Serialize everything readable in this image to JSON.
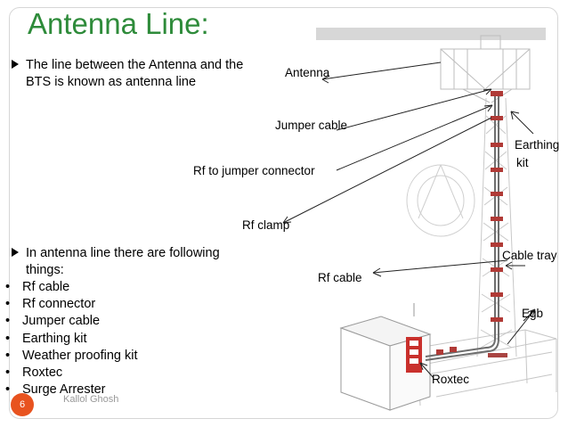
{
  "title": "Antenna Line:",
  "intro": {
    "line1": "The line between the Antenna and the",
    "line2": "BTS is known as antenna line"
  },
  "things": {
    "line1": "In antenna line there are following",
    "line2": "things:",
    "items": [
      "Rf cable",
      "Rf connector",
      "Jumper cable",
      "Earthing kit",
      "Weather proofing kit",
      "Roxtec",
      "Surge Arrester"
    ]
  },
  "labels": {
    "antenna": "Antenna",
    "jumper_cable": "Jumper cable",
    "earthing_line1": "Earthing",
    "earthing_line2": "kit",
    "rf_jumper_connector": "Rf to jumper connector",
    "rf_clamp": "Rf clamp",
    "cable_tray": "Cable tray",
    "rf_cable": "Rf cable",
    "egb": "Egb",
    "roxtec": "Roxtec"
  },
  "footer": {
    "page_number": "6",
    "author": "Kallol Ghosh"
  },
  "colors": {
    "title": "#2e8b3a",
    "page_badge": "#e8531f",
    "cable_clamp": "#c0392b"
  }
}
